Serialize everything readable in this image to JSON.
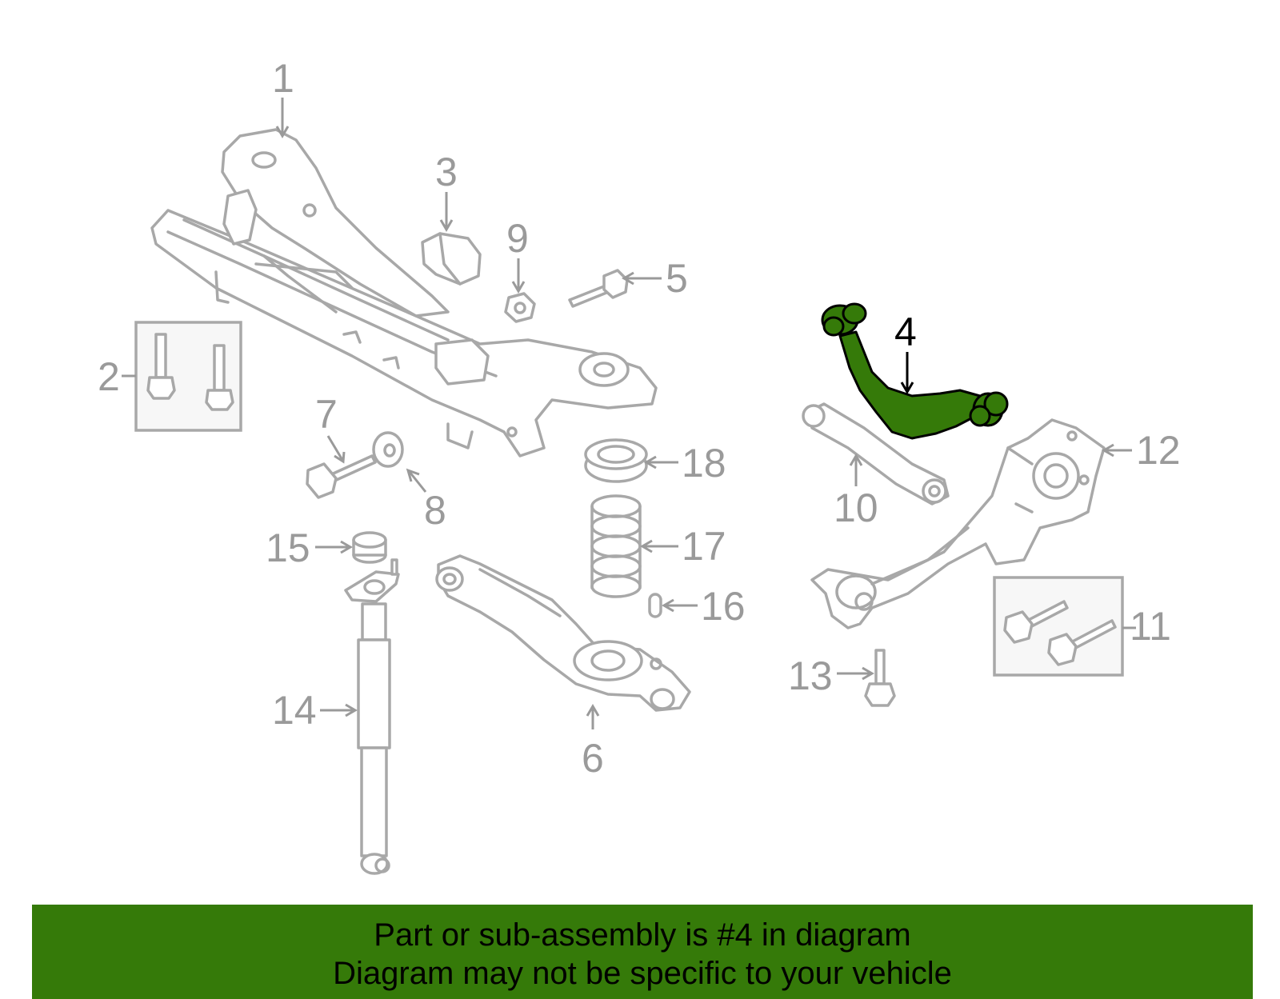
{
  "callouts": {
    "c1": "1",
    "c2": "2",
    "c3": "3",
    "c4": "4",
    "c5": "5",
    "c6": "6",
    "c7": "7",
    "c8": "8",
    "c9": "9",
    "c10": "10",
    "c11": "11",
    "c12": "12",
    "c13": "13",
    "c14": "14",
    "c15": "15",
    "c16": "16",
    "c17": "17",
    "c18": "18"
  },
  "highlight": {
    "part_number": "4",
    "color": "#357a09"
  },
  "banner": {
    "line1": "Part or sub-assembly is #4 in diagram",
    "line2": "Diagram may not be specific to your vehicle",
    "background": "#357a09"
  }
}
